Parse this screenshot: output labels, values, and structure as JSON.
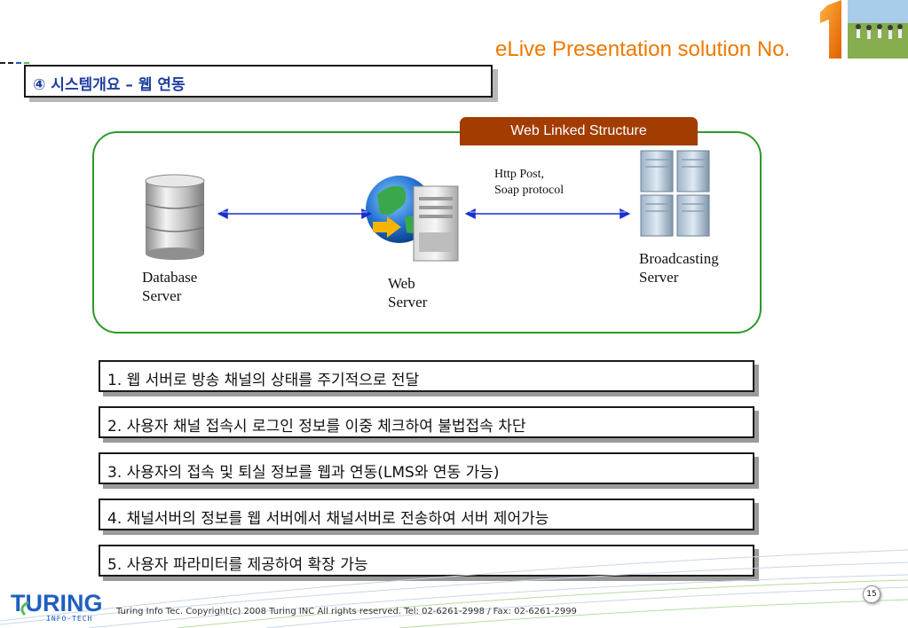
{
  "header": {
    "brand_text": "eLive Presentation solution No.",
    "brand_number": "1",
    "section_title": "④ 시스템개요 – 웹 연동"
  },
  "diagram": {
    "tab_title": "Web Linked Structure",
    "nodes": {
      "database": "Database\nServer",
      "web": "Web\nServer",
      "broadcasting": "Broadcasting\nServer"
    },
    "link_label": "Http Post,\nSoap protocol"
  },
  "features": [
    "1. 웹 서버로 방송 채널의 상태를 주기적으로 전달",
    "2. 사용자 채널 접속시 로그인 정보를 이중 체크하여 불법접속 차단",
    "3. 사용자의 접속 및 퇴실 정보를 웹과 연동(LMS와 연동 가능)",
    "4. 채널서버의 정보를 웹 서버에서 채널서버로 전송하여 서버 제어가능",
    "5. 사용자 파라미터를 제공하여 확장 가능"
  ],
  "footer": {
    "logo_text": "TURING",
    "logo_subtext": "INFO-TECH",
    "copyright": "Turing Info Tec. Copyright(c) 2008 Turing INC All rights reserved. Tel: 02-6261-2998 / Fax: 02-6261-2999",
    "page_number": "15"
  },
  "colors": {
    "brand_orange": "#f07800",
    "title_blue": "#1f3f9f",
    "panel_green": "#2a9a2a",
    "tab_brown": "#a23c00",
    "arrow_blue": "#1a2fd0"
  }
}
